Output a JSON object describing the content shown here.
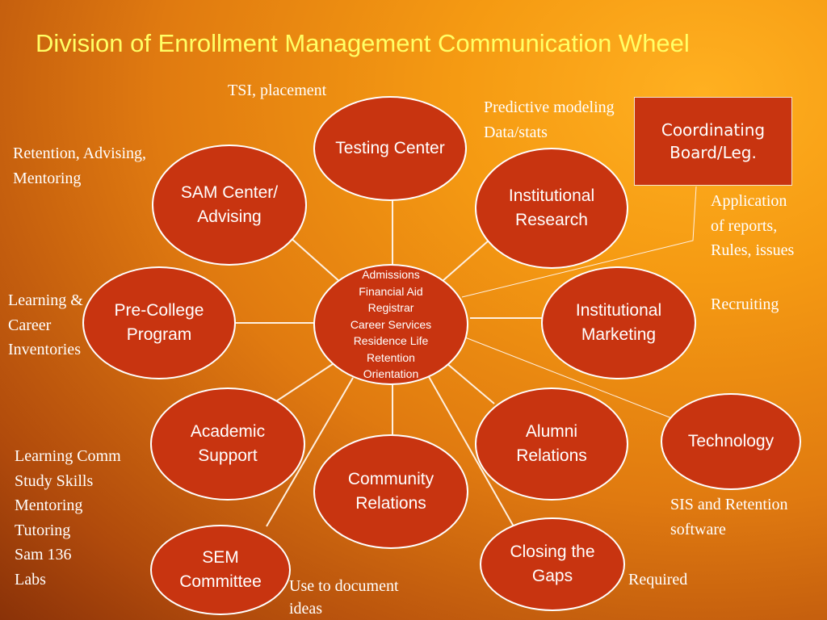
{
  "title": "Division of Enrollment Management Communication Wheel",
  "center": {
    "lines": [
      "Admissions",
      "Financial Aid",
      "Registrar",
      "Career Services",
      "Residence Life",
      "Retention",
      "Orientation"
    ]
  },
  "nodes": {
    "testing": [
      "Testing Center"
    ],
    "sam": [
      "SAM Center/",
      "Advising"
    ],
    "ir": [
      "Institutional",
      "Research"
    ],
    "precollege": [
      "Pre-College",
      "Program"
    ],
    "marketing": [
      "Institutional",
      "Marketing"
    ],
    "academic": [
      "Academic",
      "Support"
    ],
    "alumni": [
      "Alumni",
      "Relations"
    ],
    "technology": [
      "Technology"
    ],
    "community": [
      "Community",
      "Relations"
    ],
    "sem": [
      "SEM",
      "Committee"
    ],
    "gaps": [
      "Closing the",
      "Gaps"
    ]
  },
  "coordinating": [
    "Coordinating",
    "Board/Leg."
  ],
  "notes": {
    "tsi": [
      "TSI, placement"
    ],
    "predictive": [
      "Predictive modeling",
      "Data/stats"
    ],
    "retention": [
      "Retention, Advising,",
      "Mentoring"
    ],
    "application": [
      "Application",
      "of reports,",
      "Rules, issues"
    ],
    "learning_career": [
      "Learning &",
      "Career",
      "Inventories"
    ],
    "recruiting": [
      "Recruiting"
    ],
    "learning_comm": [
      "Learning Comm",
      "Study Skills",
      "Mentoring",
      "Tutoring",
      "Sam 136",
      "Labs"
    ],
    "sis": [
      "SIS and Retention",
      "software"
    ],
    "required": [
      "Required"
    ],
    "document": [
      "Use to document",
      "ideas"
    ]
  }
}
